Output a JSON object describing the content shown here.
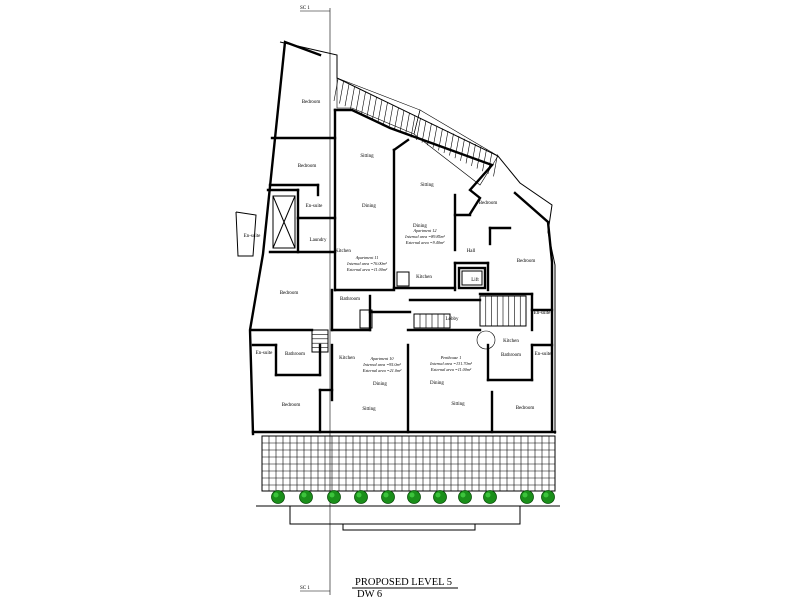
{
  "drawing": {
    "title": "PROPOSED LEVEL 5",
    "subtitle": "DW 6",
    "section_top": "SC 1",
    "section_bottom": "SC 1"
  },
  "rooms": {
    "bedroom_nw": "Bedroom",
    "bedroom_w2": "Bedroom",
    "ensuite_w": "En-suite",
    "ensuite_far_w": "En-suite",
    "laundry": "Laundry",
    "bedroom_w3": "Bedroom",
    "sitting_n1": "Sitting",
    "dining_n1": "Dining",
    "kitchen_n1": "Kitchen",
    "sitting_n2": "Sitting",
    "dining_n2": "Dining",
    "kitchen_n2": "Kitchen",
    "bedroom_ne": "Bedroom",
    "hall_ne": "Hall",
    "bedroom_e": "Bedroom",
    "lift": "Lift",
    "bathroom_c": "Bathroom",
    "ensuite_e": "En-suite",
    "lobby": "Lobby",
    "kitchen_e": "Kitchen",
    "ensuite_sw": "En-suite",
    "bathroom_sw": "Bathroom",
    "kitchen_s": "Kitchen",
    "dining_s1": "Dining",
    "sitting_s1": "Sitting",
    "bedroom_sw": "Bedroom",
    "dining_s2": "Dining",
    "sitting_s2": "Sitting",
    "bathroom_se": "Bathroom",
    "ensuite_se": "En-suite",
    "bedroom_se": "Bedroom"
  },
  "apartments": {
    "apt11_name": "Apartment 11",
    "apt11_int": "Internal area =76.00m²",
    "apt11_ext": "External area =11.00m²",
    "apt12_name": "Apartment 12",
    "apt12_int": "Internal area =89.85m²",
    "apt12_ext": "External area =9.40m²",
    "apt10_name": "Apartment 10",
    "apt10_int": "Internal area =95.0m²",
    "apt10_ext": "External area =21.0m²",
    "ph1_name": "Penthouse 1",
    "ph1_int": "Internal area =131.70m²",
    "ph1_ext": "External area =11.00m²"
  }
}
